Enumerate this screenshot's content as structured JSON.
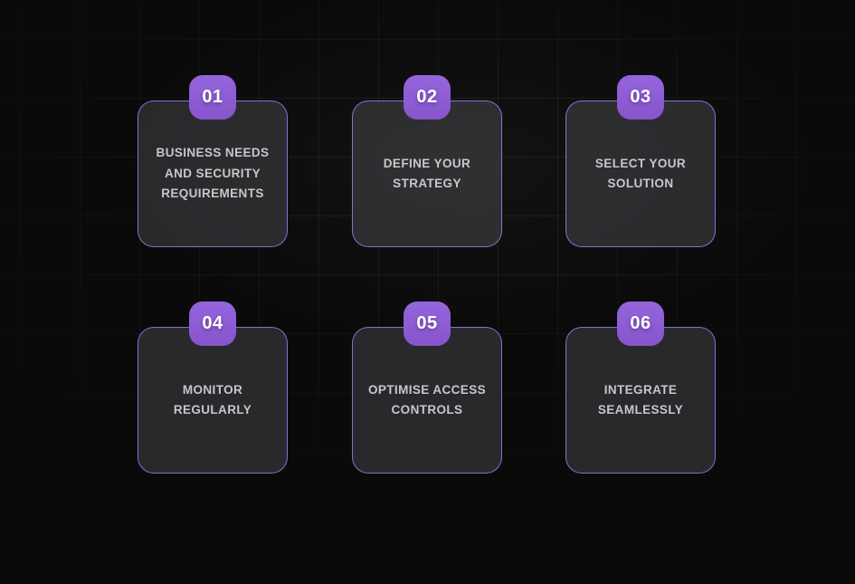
{
  "theme": {
    "background_color": "#0a0a0a",
    "grid_line_color": "#1c1c1c",
    "card_background_color": "#29292c",
    "card_border_color": "#9a6ad8",
    "card_text_color": "#c7c6ca",
    "badge_background_color": "#8c5cd4",
    "badge_text_color": "#ffffff"
  },
  "cards": [
    {
      "number": "01",
      "label": "BUSINESS NEEDS\nAND SECURITY\nREQUIREMENTS"
    },
    {
      "number": "02",
      "label": "DEFINE YOUR\nSTRATEGY"
    },
    {
      "number": "03",
      "label": "SELECT YOUR\nSOLUTION"
    },
    {
      "number": "04",
      "label": "MONITOR\nREGULARLY"
    },
    {
      "number": "05",
      "label": "OPTIMISE ACCESS\nCONTROLS"
    },
    {
      "number": "06",
      "label": "INTEGRATE\nSEAMLESSLY"
    }
  ]
}
